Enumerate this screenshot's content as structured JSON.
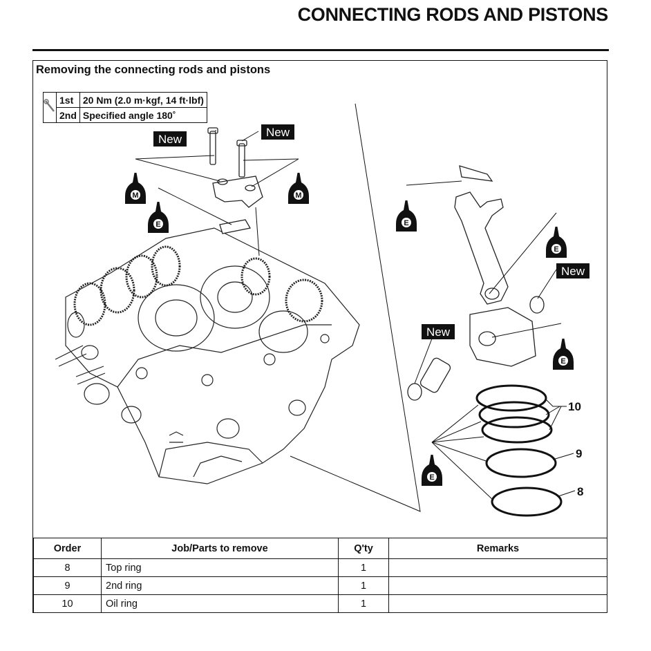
{
  "header": {
    "title": "CONNECTING RODS AND PISTONS"
  },
  "section": {
    "title": "Removing the connecting rods and pistons"
  },
  "torque": [
    {
      "step": "1st",
      "value": "20 Nm (2.0 m·kgf, 14 ft·lbf)"
    },
    {
      "step": "2nd",
      "value": "Specified angle 180˚"
    }
  ],
  "callouts": {
    "new": "New",
    "oil_m": "M",
    "oil_e": "E",
    "ref_10": "10",
    "ref_9": "9",
    "ref_8": "8"
  },
  "table": {
    "headers": {
      "order": "Order",
      "job": "Job/Parts to remove",
      "qty": "Q'ty",
      "remarks": "Remarks"
    },
    "rows": [
      {
        "order": "8",
        "job": "Top ring",
        "qty": "1",
        "remarks": ""
      },
      {
        "order": "9",
        "job": "2nd ring",
        "qty": "1",
        "remarks": ""
      },
      {
        "order": "10",
        "job": "Oil ring",
        "qty": "1",
        "remarks": ""
      }
    ]
  }
}
